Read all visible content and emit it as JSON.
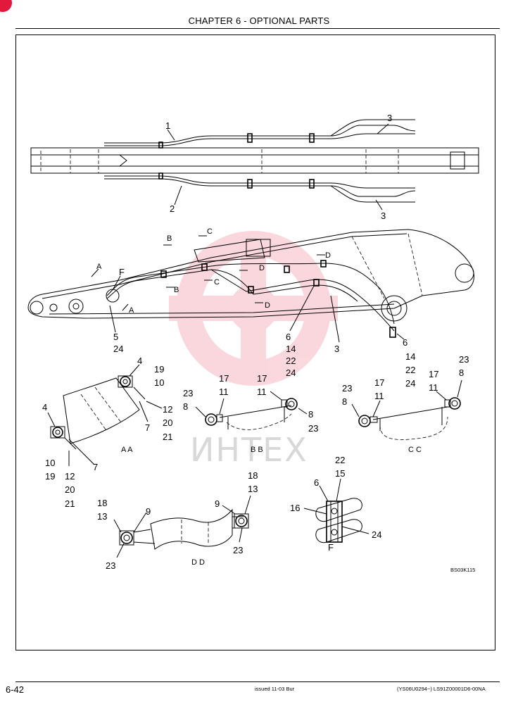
{
  "header": {
    "chapter": "CHAPTER 6 - OPTIONAL PARTS"
  },
  "footer": {
    "page_number": "6-42",
    "issued": "issued 11-03   Bur",
    "doc_ref": "(YS06U0294~)   LS91Z00001D6-00NA"
  },
  "figure_code": "BS03K115",
  "watermark": {
    "text": "ИНТЕХ",
    "color": "#e2183d"
  },
  "views": {
    "aa": "A A",
    "bb": "B B",
    "cc": "C C",
    "dd": "D D",
    "f": "F"
  },
  "section_markers": {
    "a": "A",
    "b": "B",
    "c": "C",
    "d": "D",
    "f": "F"
  },
  "callouts": {
    "top_1": "1",
    "top_2": "2",
    "top_3a": "3",
    "top_3b": "3",
    "side_3": "3",
    "side_5": "5",
    "side_24": "24",
    "side_6a": "6",
    "side_14a": "14",
    "side_22a": "22",
    "side_24a": "24",
    "side_6b": "6",
    "side_14b": "14",
    "side_22b": "22",
    "side_24b": "24",
    "aa_4a": "4",
    "aa_19a": "19",
    "aa_10a": "10",
    "aa_12a": "12",
    "aa_20a": "20",
    "aa_21a": "21",
    "aa_7a": "7",
    "aa_4b": "4",
    "aa_10b": "10",
    "aa_19b": "19",
    "aa_12b": "12",
    "aa_20b": "20",
    "aa_21b": "21",
    "aa_7b": "7",
    "bb_17a": "17",
    "bb_11a": "11",
    "bb_23a": "23",
    "bb_8a": "8",
    "bb_17b": "17",
    "bb_11b": "11",
    "bb_8b": "8",
    "bb_23b": "23",
    "cc_23a": "23",
    "cc_8a": "8",
    "cc_17a": "17",
    "cc_11a": "11",
    "cc_17b": "17",
    "cc_11b": "11",
    "cc_23b": "23",
    "cc_8b": "8",
    "dd_18a": "18",
    "dd_13a": "13",
    "dd_9a": "9",
    "dd_23a": "23",
    "dd_18b": "18",
    "dd_13b": "13",
    "dd_9b": "9",
    "dd_23b": "23",
    "f_22": "22",
    "f_15": "15",
    "f_6": "6",
    "f_16": "16",
    "f_24": "24"
  }
}
